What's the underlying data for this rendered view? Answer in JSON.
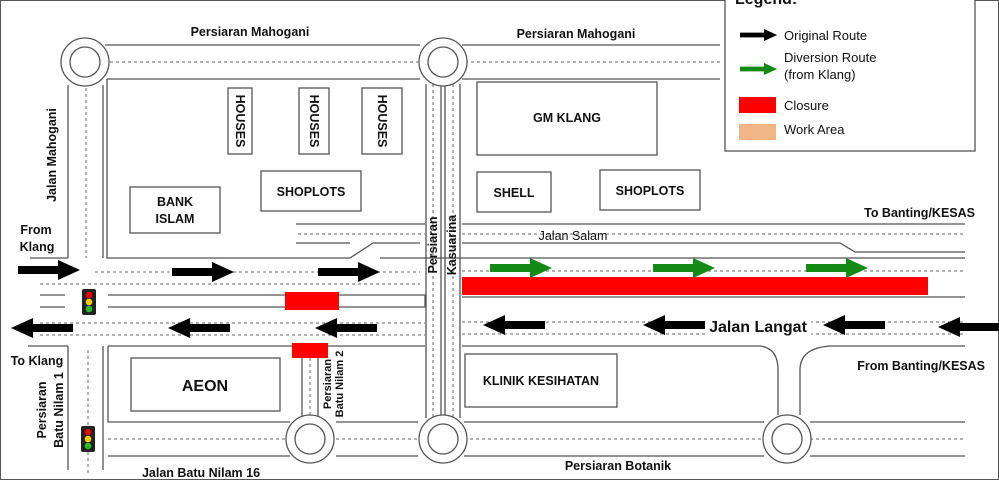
{
  "legend": {
    "title": "Legend:",
    "items": [
      {
        "label": "Original Route",
        "symbol": "black-arrow",
        "color": "#000000"
      },
      {
        "label": "Diversion Route",
        "label2": "(from Klang)",
        "symbol": "green-arrow",
        "color": "#138a13"
      },
      {
        "label": "Closure",
        "symbol": "swatch",
        "color": "#ff0000"
      },
      {
        "label": "Work Area",
        "symbol": "swatch",
        "color": "#f2b586"
      }
    ]
  },
  "roads": {
    "persiaran_mahogani": "Persiaran Mahogani",
    "jalan_mahogani": "Jalan Mahogani",
    "persiaran_kasuarina_1": "Persiaran",
    "persiaran_kasuarina_2": "Kasuarina",
    "jalan_salam": "Jalan Salam",
    "jalan_langat": "Jalan Langat",
    "batu_nilam_1_a": "Persiaran",
    "batu_nilam_1_b": "Batu Nilam 1",
    "batu_nilam_2_a": "Persiaran",
    "batu_nilam_2_b": "Batu Nilam 2",
    "jalan_batu_nilam_16": "Jalan Batu Nilam 16",
    "persiaran_botanik": "Persiaran Botanik"
  },
  "directions": {
    "from_klang_1": "From",
    "from_klang_2": "Klang",
    "to_klang": "To Klang",
    "to_banting": "To Banting/KESAS",
    "from_banting": "From Banting/KESAS"
  },
  "buildings": {
    "houses": "HOUSES",
    "shoplots": "SHOPLOTS",
    "bank_islam_1": "BANK",
    "bank_islam_2": "ISLAM",
    "gm_klang": "GM KLANG",
    "shell": "SHELL",
    "aeon": "AEON",
    "klinik": "KLINIK KESIHATAN"
  },
  "colors": {
    "closure": "#ff0000",
    "diversion": "#138a13",
    "original": "#000000"
  }
}
